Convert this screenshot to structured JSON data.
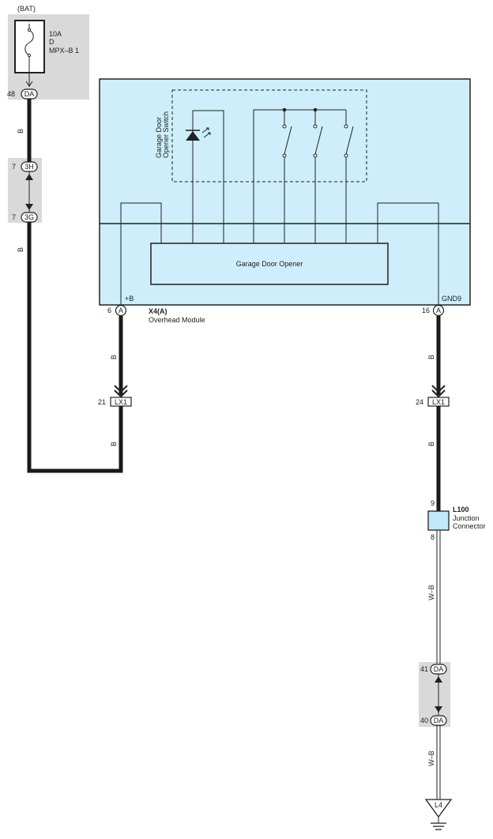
{
  "source": {
    "label": "(BAT)",
    "fuse_rating": "10A",
    "fuse_type": "D",
    "fuse_name": "MPX–B 1",
    "pin_number": "48",
    "pin_label": "DA"
  },
  "left_wire": {
    "color_code_1": "B",
    "color_code_2": "B",
    "connector_top": {
      "pin_number": "7",
      "pin_label": "3H"
    },
    "connector_bottom": {
      "pin_number": "7",
      "pin_label": "3G"
    }
  },
  "module": {
    "switch_label_line1": "Garage Door",
    "switch_label_line2": "Opener Switch",
    "opener_label": "Garage Door Opener",
    "left_terminal_name": "+B",
    "right_terminal_name": "GND9",
    "left_pin_number": "6",
    "left_pin_label": "A",
    "right_pin_number": "16",
    "right_pin_label": "A",
    "connector_id": "X4(A)",
    "module_name": "Overhead Module"
  },
  "mid_left": {
    "color_code_1": "B",
    "color_code_2": "B",
    "pin_number": "21",
    "pin_label": "LX1"
  },
  "mid_right": {
    "color_code_1": "B",
    "color_code_2": "B",
    "pin_number": "24",
    "pin_label": "LX1"
  },
  "junction": {
    "id": "L100",
    "name_line1": "Junction",
    "name_line2": "Connector",
    "pin_in": "9",
    "pin_out": "8"
  },
  "ground_run": {
    "color_code_1": "W–B",
    "color_code_2": "W–B",
    "connector_top": {
      "pin_number": "41",
      "pin_label": "DA"
    },
    "connector_bottom": {
      "pin_number": "40",
      "pin_label": "DA"
    },
    "ground_label": "L4"
  },
  "colors": {
    "module_fill": "#cdeefa",
    "connector_shade": "#d9d9d9",
    "junction_fill": "#bfe8f8",
    "wire": "#1a1a1a"
  }
}
